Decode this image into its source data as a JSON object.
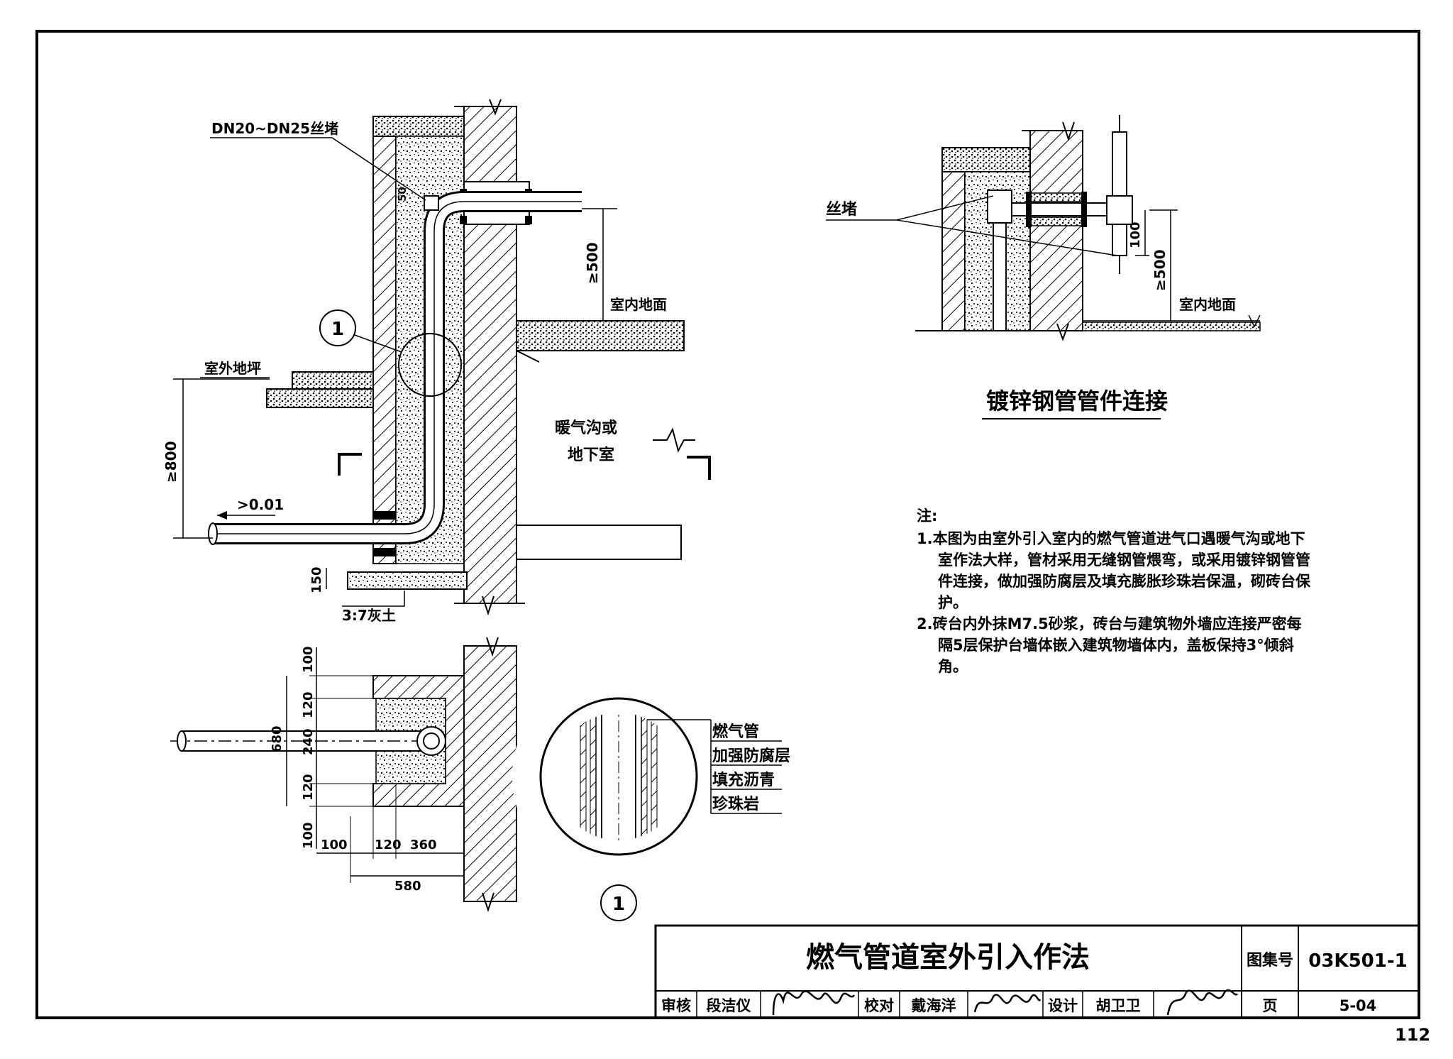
{
  "labels": {
    "plug_main": "DN20~DN25丝堵",
    "outdoor_ground": "室外地坪",
    "indoor_floor": "室内地面",
    "trench": [
      "暖气沟或",
      "地下室"
    ],
    "dim_500": "≥500",
    "dim_800": "≥800",
    "slope": ">0.01",
    "dim_150": "150",
    "lime_soil": "3:7灰土",
    "detail_callout": "1",
    "plug_right": "丝堵",
    "indoor_floor_right": "室内地面",
    "dim_500_right": "≥500",
    "dim_100_right": "100",
    "right_title": "镀锌钢管管件连接",
    "plan_dims_v": [
      "100",
      "120",
      "240",
      "120",
      "100"
    ],
    "plan_dim_680": "680",
    "plan_dims_h": [
      "100",
      "120",
      "360"
    ],
    "plan_dim_580": "580",
    "legend": [
      "燃气管",
      "加强防腐层",
      "填充沥青",
      "珍珠岩"
    ],
    "detail_label": "1",
    "page_number": "112"
  },
  "notes": {
    "heading": "注:",
    "items": [
      "1.本图为由室外引入室内的燃气管道进气口遇暖气沟或地下室作法大样，管材采用无缝钢管煨弯，或采用镀锌钢管管件连接，做加强防腐层及填充膨胀珍珠岩保温，砌砖台保护。",
      "2.砖台内外抹M7.5砂浆，砖台与建筑物外墙应连接严密每隔5层保护台墙体嵌入建筑物墙体内，盖板保持3°倾斜角。"
    ]
  },
  "title_block": {
    "title": "燃气管道室外引入作法",
    "atlas_label": "图集号",
    "atlas_no": "03K501-1",
    "review_label": "审核",
    "reviewer": "段洁仪",
    "check_label": "校对",
    "checker": "戴海洋",
    "design_label": "设计",
    "designer": "胡卫卫",
    "page_label": "页",
    "page_no": "5-04"
  }
}
